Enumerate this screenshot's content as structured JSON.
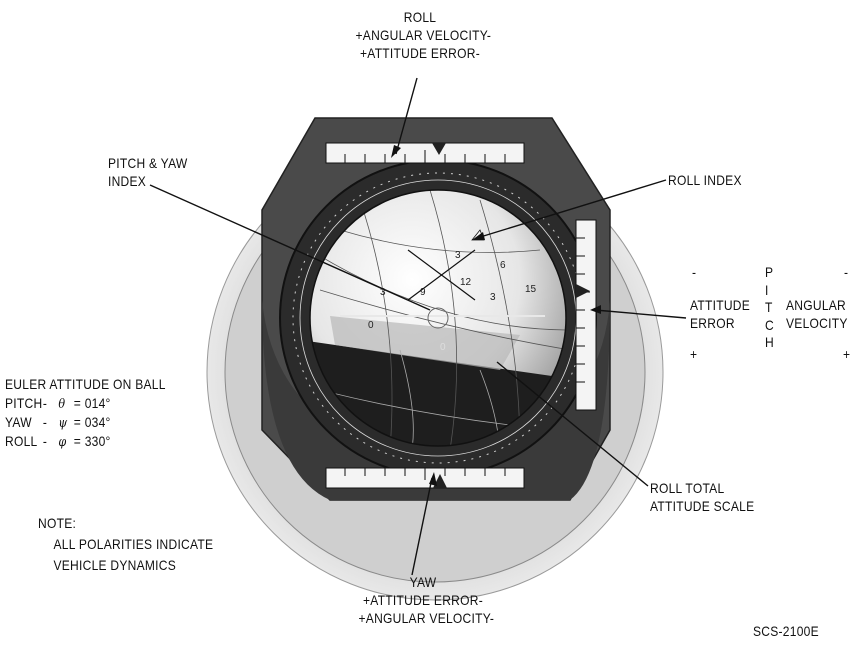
{
  "labels": {
    "roll_top": [
      "ROLL",
      "+ANGULAR VELOCITY-",
      "+ATTITUDE ERROR-"
    ],
    "pitch_yaw_index": [
      "PITCH & YAW",
      "INDEX"
    ],
    "roll_index": "ROLL INDEX",
    "pitch_side": {
      "minus_left": "-",
      "minus_right": "-",
      "plus_left": "+",
      "plus_right": "+",
      "attitude_error": [
        "ATTITUDE",
        "ERROR"
      ],
      "angular_velocity": [
        "ANGULAR",
        "VELOCITY"
      ],
      "pitch_letters": [
        "P",
        "I",
        "T",
        "C",
        "H"
      ]
    },
    "euler": {
      "title": "EULER ATTITUDE ON BALL",
      "rows": [
        {
          "name": "PITCH",
          "dash": "-",
          "symbol": "θ",
          "value": "= 014°"
        },
        {
          "name": "YAW",
          "dash": "-",
          "symbol": "ψ",
          "value": "= 034°"
        },
        {
          "name": "ROLL",
          "dash": "-",
          "symbol": "φ",
          "value": "= 330°"
        }
      ]
    },
    "roll_scale": [
      "ROLL TOTAL",
      "ATTITUDE SCALE"
    ],
    "note": [
      "NOTE:",
      "ALL POLARITIES INDICATE",
      "VEHICLE DYNAMICS"
    ],
    "yaw_bottom": [
      "YAW",
      "+ATTITUDE ERROR-",
      "+ANGULAR VELOCITY-"
    ],
    "figure_id": "SCS-2100E"
  },
  "ball_numerals": [
    "3",
    "6",
    "9",
    "12",
    "15",
    "0",
    "0",
    "3",
    "3"
  ],
  "colors": {
    "ink": "#111111",
    "bezel_outer": "#d9d9d9",
    "bezel_inner": "#bdbdbd",
    "housing": "#4a4a4a",
    "face": "#2b2b2b",
    "ball_light": "#f2f2f2",
    "ball_dark": "#1e1e1e"
  }
}
